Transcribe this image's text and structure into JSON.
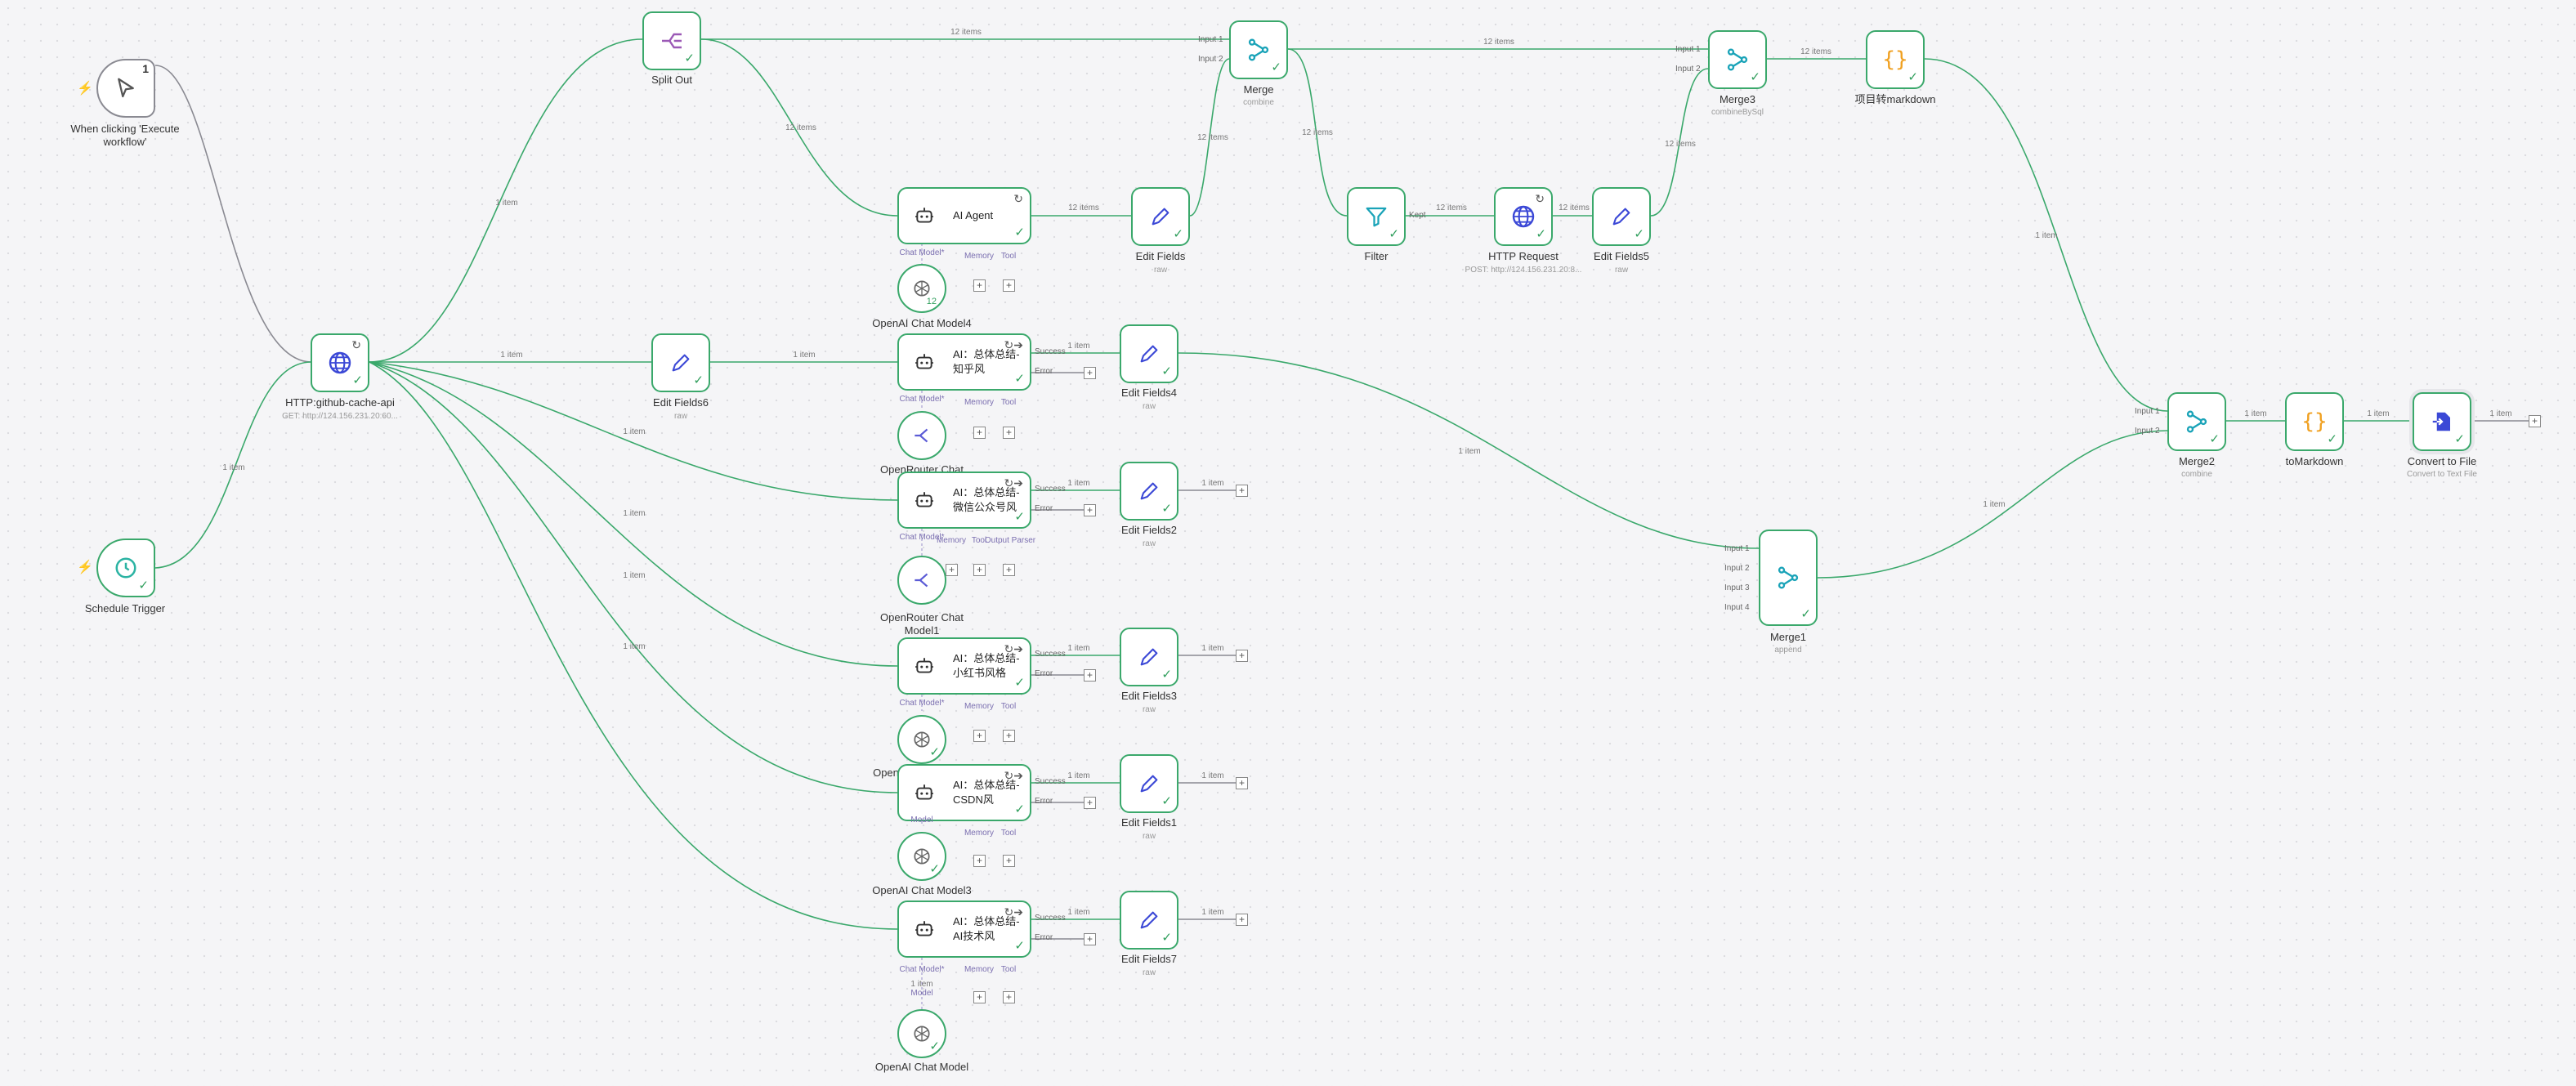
{
  "nodes": {
    "manual_trigger": {
      "label": "When clicking 'Execute workflow'",
      "count": "1"
    },
    "schedule_trigger": {
      "label": "Schedule Trigger"
    },
    "http_github": {
      "label": "HTTP:github-cache-api",
      "sub": "GET: http://124.156.231.20:60..."
    },
    "split_out": {
      "label": "Split Out"
    },
    "merge": {
      "label": "Merge",
      "sub": "combine",
      "inputs": [
        "Input 1",
        "Input 2"
      ]
    },
    "merge3": {
      "label": "Merge3",
      "sub": "combineBySql",
      "inputs": [
        "Input 1",
        "Input 2"
      ]
    },
    "proj_md": {
      "label": "项目转markdown"
    },
    "ai_agent": {
      "label": "AI Agent"
    },
    "edit_fields": {
      "label": "Edit Fields",
      "sub": "raw"
    },
    "filter": {
      "label": "Filter",
      "kept": "Kept"
    },
    "http_request": {
      "label": "HTTP Request",
      "sub": "POST: http://124.156.231.20:8..."
    },
    "edit_fields5": {
      "label": "Edit Fields5",
      "sub": "raw"
    },
    "openai_model4": {
      "label": "OpenAI Chat Model4",
      "count": "12"
    },
    "edit_fields6": {
      "label": "Edit Fields6",
      "sub": "raw"
    },
    "ai_zhihu": {
      "label": "AI：总体总结-知乎风"
    },
    "edit_fields4": {
      "label": "Edit Fields4",
      "sub": "raw"
    },
    "openrouter_model": {
      "label": "OpenRouter Chat Model"
    },
    "ai_wechat": {
      "label": "AI：总体总结-微信公众号风"
    },
    "edit_fields2": {
      "label": "Edit Fields2",
      "sub": "raw"
    },
    "openrouter_model1": {
      "label": "OpenRouter Chat Model1"
    },
    "ai_xhs": {
      "label": "AI：总体总结-小红书风格"
    },
    "edit_fields3": {
      "label": "Edit Fields3",
      "sub": "raw"
    },
    "openai_model_mid": {
      "label": "Open"
    },
    "ai_csdn": {
      "label": "AI：总体总结-CSDN风"
    },
    "edit_fields1": {
      "label": "Edit Fields1",
      "sub": "raw"
    },
    "openai_model3": {
      "label": "OpenAI Chat Model3"
    },
    "ai_tech": {
      "label": "AI：总体总结-AI技术风"
    },
    "edit_fields7": {
      "label": "Edit Fields7",
      "sub": "raw"
    },
    "openai_model": {
      "label": "OpenAI Chat Model"
    },
    "merge1": {
      "label": "Merge1",
      "sub": "append",
      "inputs": [
        "Input 1",
        "Input 2",
        "Input 3",
        "Input 4"
      ]
    },
    "merge2": {
      "label": "Merge2",
      "sub": "combine",
      "inputs": [
        "Input 1",
        "Input 2"
      ]
    },
    "to_markdown": {
      "label": "toMarkdown"
    },
    "convert_file": {
      "label": "Convert to File",
      "sub": "Convert to Text File"
    }
  },
  "edge_labels": {
    "one_item": "1 item",
    "twelve_items": "12 items"
  },
  "ports": {
    "success": "Success",
    "error": "Error",
    "chat_model": "Chat Model*",
    "memory": "Memory",
    "tool": "Tool",
    "output_parser": "Output Parser",
    "model": "Model"
  },
  "colors": {
    "success_green": "#3aa86b",
    "wire_gray": "#8a8a92",
    "merge_teal": "#1aa3b8",
    "split_purple": "#9b59b6",
    "code_orange": "#f0a020",
    "http_blue": "#3b48d6",
    "trigger_red": "#ff5a4e"
  }
}
